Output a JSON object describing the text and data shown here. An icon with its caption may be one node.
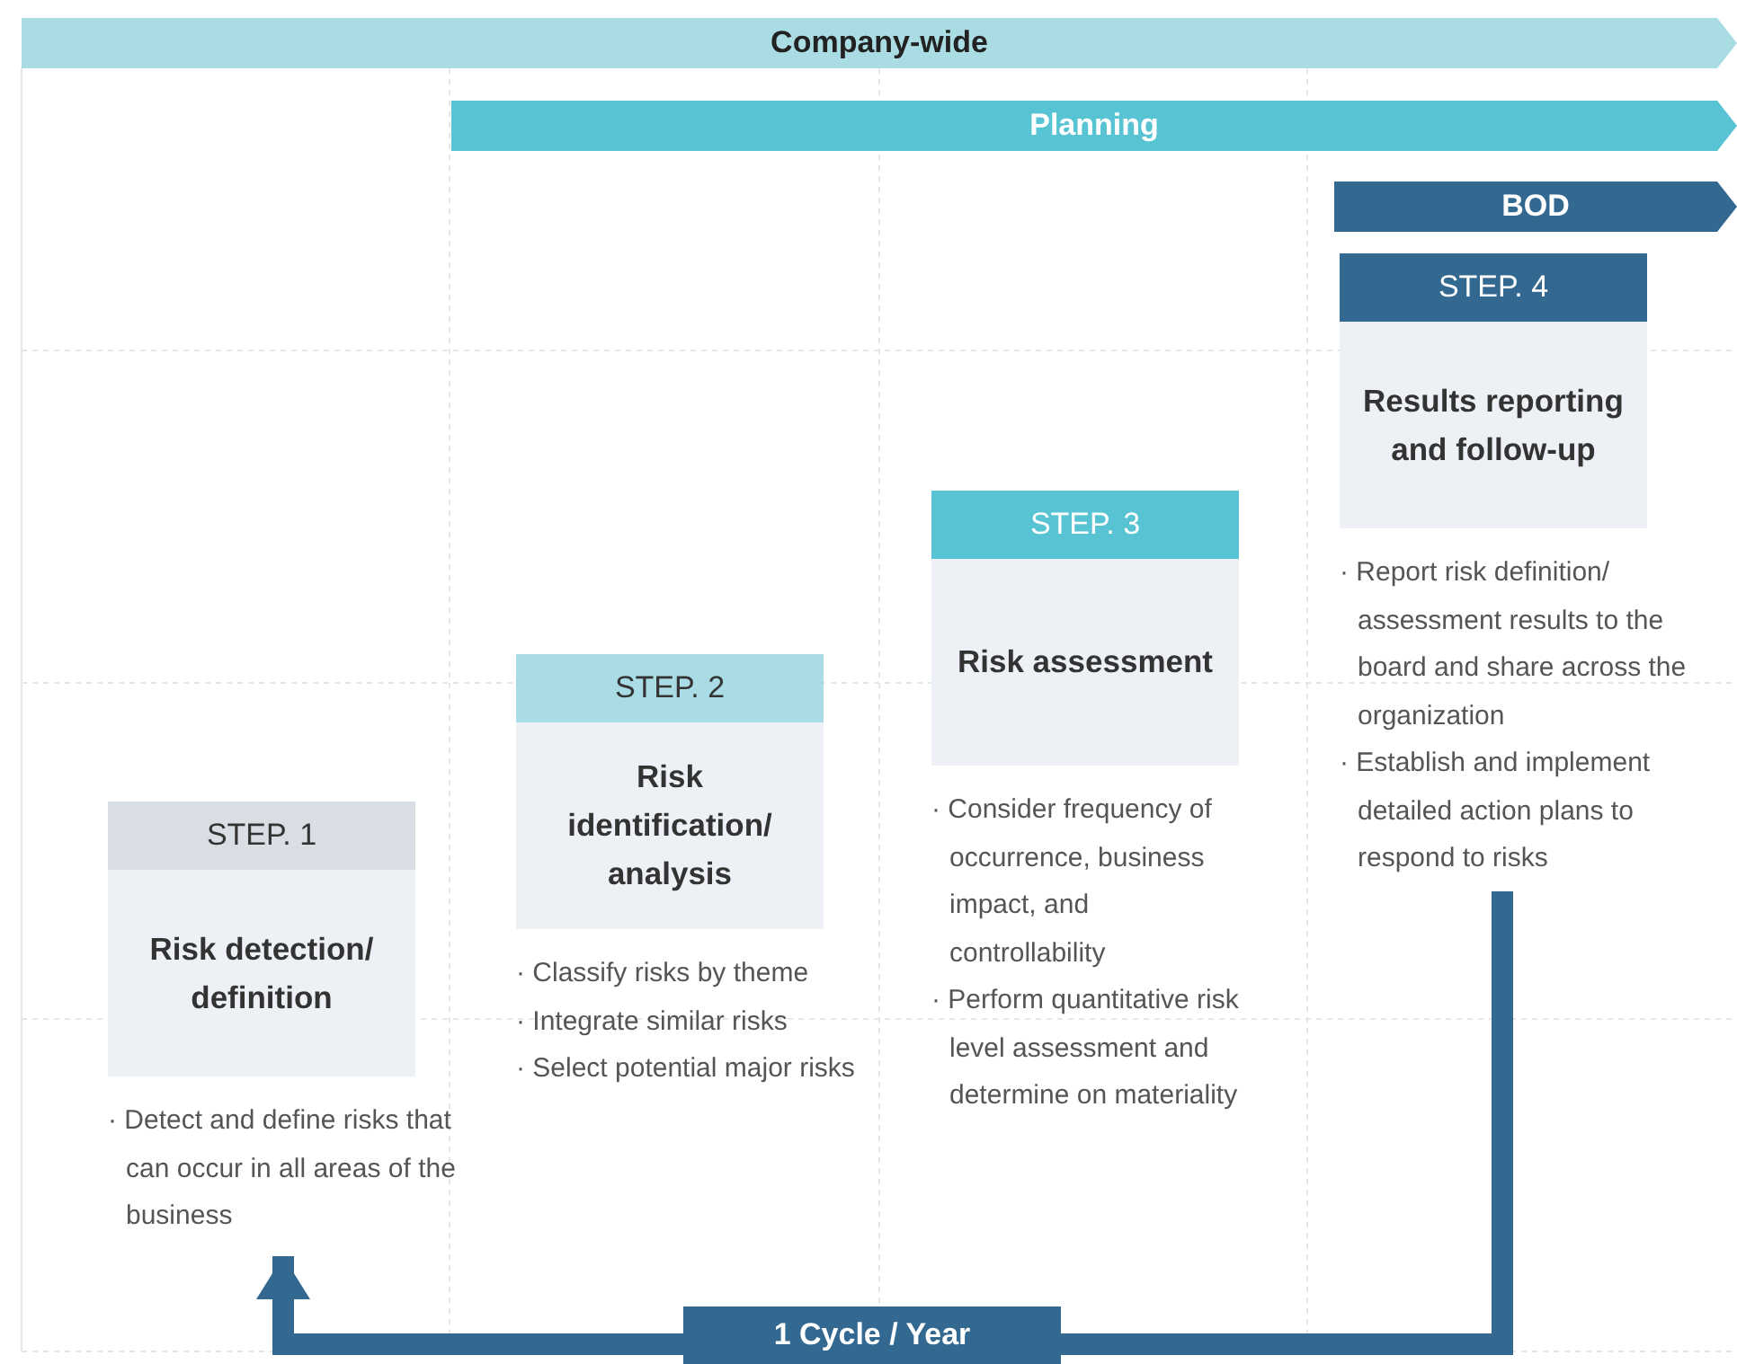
{
  "diagram": {
    "nodes": [
      {
        "text": [
          "Company-wide"
        ]
      },
      {
        "text": [
          "Planning"
        ]
      },
      {
        "text": [
          "BOD"
        ]
      },
      {
        "text": [
          "STEP. 1",
          "Risk detection/ definition"
        ],
        "beside": [
          "· Detect and define risks that can occur in all areas of the business"
        ]
      },
      {
        "text": [
          "STEP. 2",
          "Risk identification/ analysis"
        ],
        "beside": [
          "· Classify risks by theme",
          "· Integrate similar risks",
          "· Select potential major risks"
        ]
      },
      {
        "text": [
          "STEP. 3",
          "Risk assessment"
        ],
        "beside": [
          "· Consider frequency of occurrence, business impact, and controllability",
          "· Perform quantitative risk level assessment and determine on materiality"
        ]
      },
      {
        "text": [
          "STEP. 4",
          "Results reporting and follow-up"
        ],
        "beside": [
          "· Report risk definition/ assessment results to the board and share across the organization",
          "· Establish and implement detailed action plans to respond to risks"
        ]
      },
      {
        "text": [
          "1 Cycle / Year"
        ]
      }
    ],
    "edges": [
      {
        "from": 6,
        "to": 7,
        "arrow": "none"
      },
      {
        "from": 7,
        "to": 3,
        "arrow": "to"
      }
    ]
  }
}
